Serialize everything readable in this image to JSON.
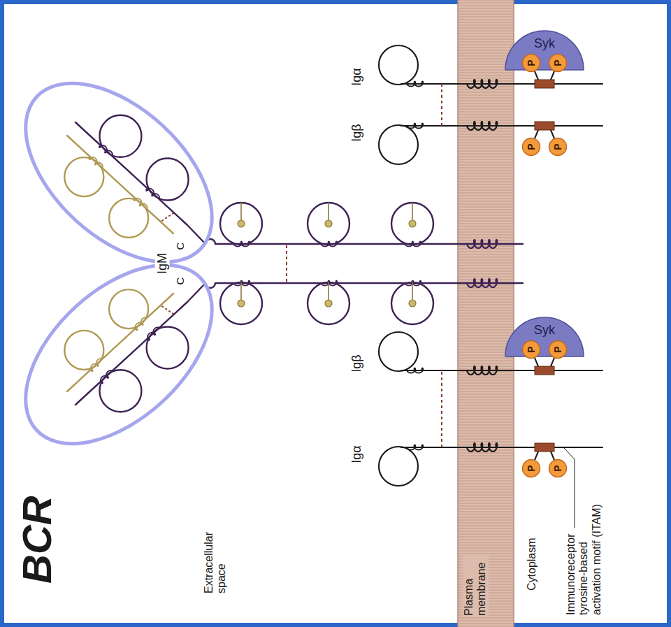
{
  "diagram": {
    "nodes": [
      {
        "text": [
          "Syk"
        ]
      },
      {
        "text": [
          "P"
        ]
      },
      {
        "text": [
          "P"
        ]
      },
      {
        "text": [
          "P"
        ]
      },
      {
        "text": [
          "P"
        ]
      },
      {
        "text": [
          "Syk"
        ]
      },
      {
        "text": [
          "P"
        ]
      },
      {
        "text": [
          "P"
        ]
      },
      {
        "text": [
          "P"
        ]
      },
      {
        "text": [
          "P"
        ]
      }
    ],
    "labels": [
      "Igα",
      "Igβ",
      "IgM",
      "C",
      "C",
      "Igβ",
      "Igα",
      "BCR",
      "Extracellular space",
      "Plasma membrane",
      "Cytoplasm",
      "Immunoreceptor tyrosine-based activation motif (ITAM)"
    ]
  }
}
